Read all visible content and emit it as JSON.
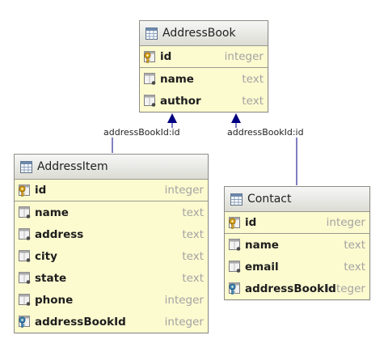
{
  "entities": {
    "address_book": {
      "title": "AddressBook",
      "columns": [
        {
          "name": "id",
          "type": "integer",
          "icon": "primary-key-icon"
        },
        {
          "name": "name",
          "type": "text",
          "icon": "column-icon"
        },
        {
          "name": "author",
          "type": "text",
          "icon": "column-icon"
        }
      ]
    },
    "address_item": {
      "title": "AddressItem",
      "columns": [
        {
          "name": "id",
          "type": "integer",
          "icon": "primary-key-icon"
        },
        {
          "name": "name",
          "type": "text",
          "icon": "column-icon"
        },
        {
          "name": "address",
          "type": "text",
          "icon": "column-icon"
        },
        {
          "name": "city",
          "type": "text",
          "icon": "column-icon"
        },
        {
          "name": "state",
          "type": "text",
          "icon": "column-icon"
        },
        {
          "name": "phone",
          "type": "integer",
          "icon": "column-icon"
        },
        {
          "name": "addressBookId",
          "type": "integer",
          "icon": "foreign-key-icon"
        }
      ]
    },
    "contact": {
      "title": "Contact",
      "columns": [
        {
          "name": "id",
          "type": "integer",
          "icon": "primary-key-icon"
        },
        {
          "name": "name",
          "type": "text",
          "icon": "column-icon"
        },
        {
          "name": "email",
          "type": "text",
          "icon": "column-icon"
        },
        {
          "name": "addressBookId",
          "type": "integer",
          "icon": "foreign-key-icon"
        }
      ]
    }
  },
  "relations": [
    {
      "from": "address_item",
      "to": "address_book",
      "label": "addressBookId:id"
    },
    {
      "from": "contact",
      "to": "address_book",
      "label": "addressBookId:id"
    }
  ],
  "colors": {
    "entity_fill": "#fcfacf",
    "entity_border": "#8e8e88",
    "connector": "#000080",
    "key_gold": "#d9a21c",
    "key_blue": "#3f86b9"
  }
}
